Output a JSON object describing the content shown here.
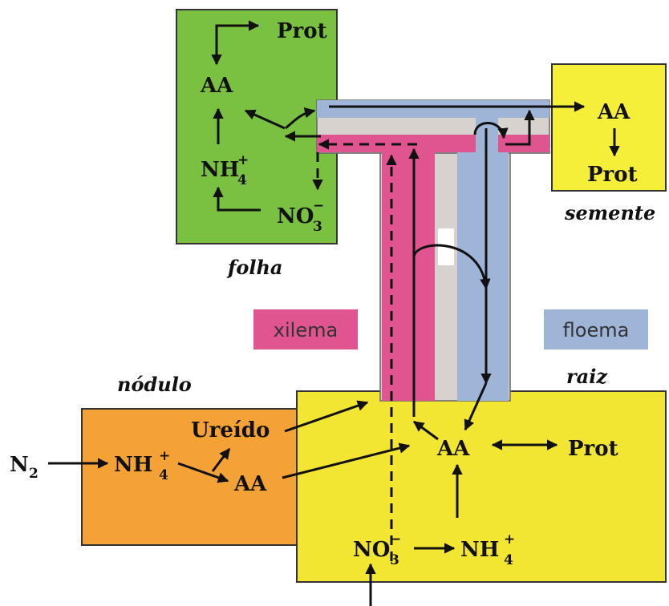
{
  "regions": {
    "leaf": "folha",
    "seed": "semente",
    "nodule": "nódulo",
    "root": "raiz"
  },
  "legend": {
    "xylem": "xilema",
    "phloem": "floema"
  },
  "leaf": {
    "prot": "Prot",
    "aa": "AA",
    "nh4": "NH",
    "nh4_sub": "4",
    "nh4_sup": "+",
    "no3": "NO",
    "no3_sub": "3",
    "no3_sup": "−"
  },
  "seed": {
    "aa": "AA",
    "prot": "Prot"
  },
  "nodule": {
    "n2": "N",
    "n2_sub": "2",
    "nh4": "NH",
    "nh4_sub": "4",
    "nh4_sup": "+",
    "ureide": "Ureído",
    "aa": "AA"
  },
  "root": {
    "aa": "AA",
    "prot": "Prot",
    "no3": "NO",
    "no3_sub": "3",
    "no3_sup": "−",
    "nh4": "NH",
    "nh4_sub": "4",
    "nh4_sup": "+"
  },
  "colors": {
    "leaf": "#7ac142",
    "seed": "#f5ef3a",
    "root": "#f2e632",
    "nodule": "#f4a236",
    "xylem": "#e0558f",
    "phloem": "#9fb5d8",
    "gap": "#d8d2cf"
  }
}
